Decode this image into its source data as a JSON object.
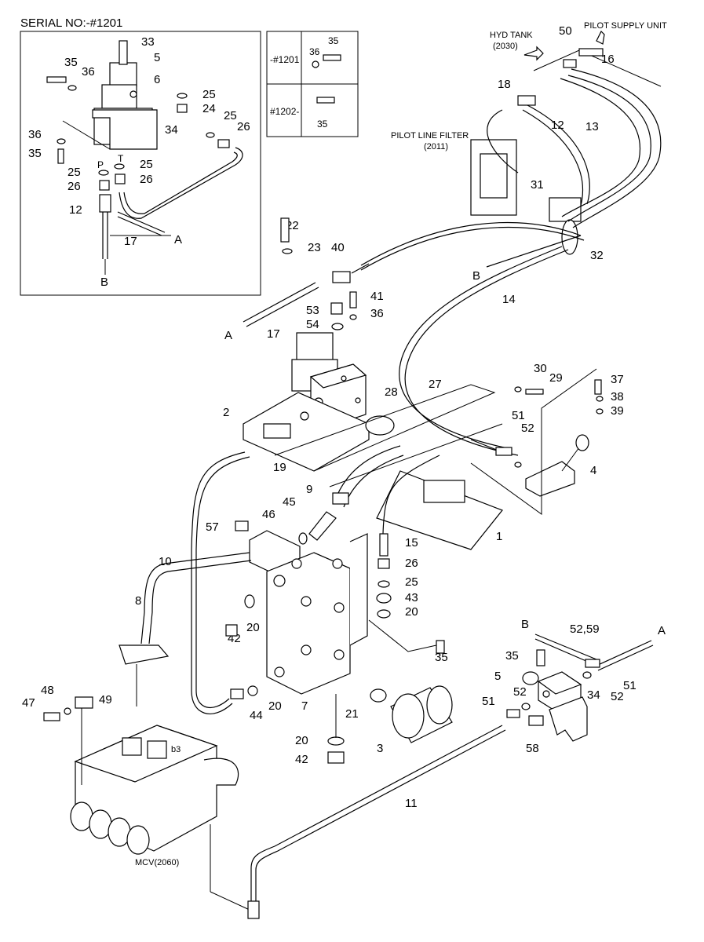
{
  "header": {
    "serial": "SERIAL NO:-#1201"
  },
  "serial_table": {
    "row1": "-#1201",
    "row2": "#1202-"
  },
  "callouts": {
    "hyd_tank": "HYD TANK",
    "hyd_tank_ref": "(2030)",
    "pilot_supply": "PILOT SUPPLY UNIT",
    "pilot_filter": "PILOT LINE FILTER",
    "pilot_filter_ref": "(2011)",
    "mcv": "MCV(2060)",
    "port_p": "P",
    "port_t": "T",
    "port_a": "A",
    "port_b": "B",
    "port_b3": "b3"
  },
  "parts": {
    "p1": "1",
    "p2": "2",
    "p3": "3",
    "p4": "4",
    "p5": "5",
    "p6": "6",
    "p7": "7",
    "p8": "8",
    "p9": "9",
    "p10": "10",
    "p11": "11",
    "p12": "12",
    "p13": "13",
    "p14": "14",
    "p15": "15",
    "p16": "16",
    "p17": "17",
    "p18": "18",
    "p19": "19",
    "p20": "20",
    "p21": "21",
    "p22": "22",
    "p23": "23",
    "p24": "24",
    "p25": "25",
    "p26": "26",
    "p27": "27",
    "p28": "28",
    "p29": "29",
    "p30": "30",
    "p31": "31",
    "p32": "32",
    "p33": "33",
    "p34": "34",
    "p35": "35",
    "p36": "36",
    "p37": "37",
    "p38": "38",
    "p39": "39",
    "p40": "40",
    "p41": "41",
    "p42": "42",
    "p43": "43",
    "p44": "44",
    "p45": "45",
    "p46": "46",
    "p47": "47",
    "p48": "48",
    "p49": "49",
    "p50": "50",
    "p51": "51",
    "p52": "52",
    "p53": "53",
    "p54": "54",
    "p57": "57",
    "p58": "58",
    "p52_59": "52,59"
  }
}
